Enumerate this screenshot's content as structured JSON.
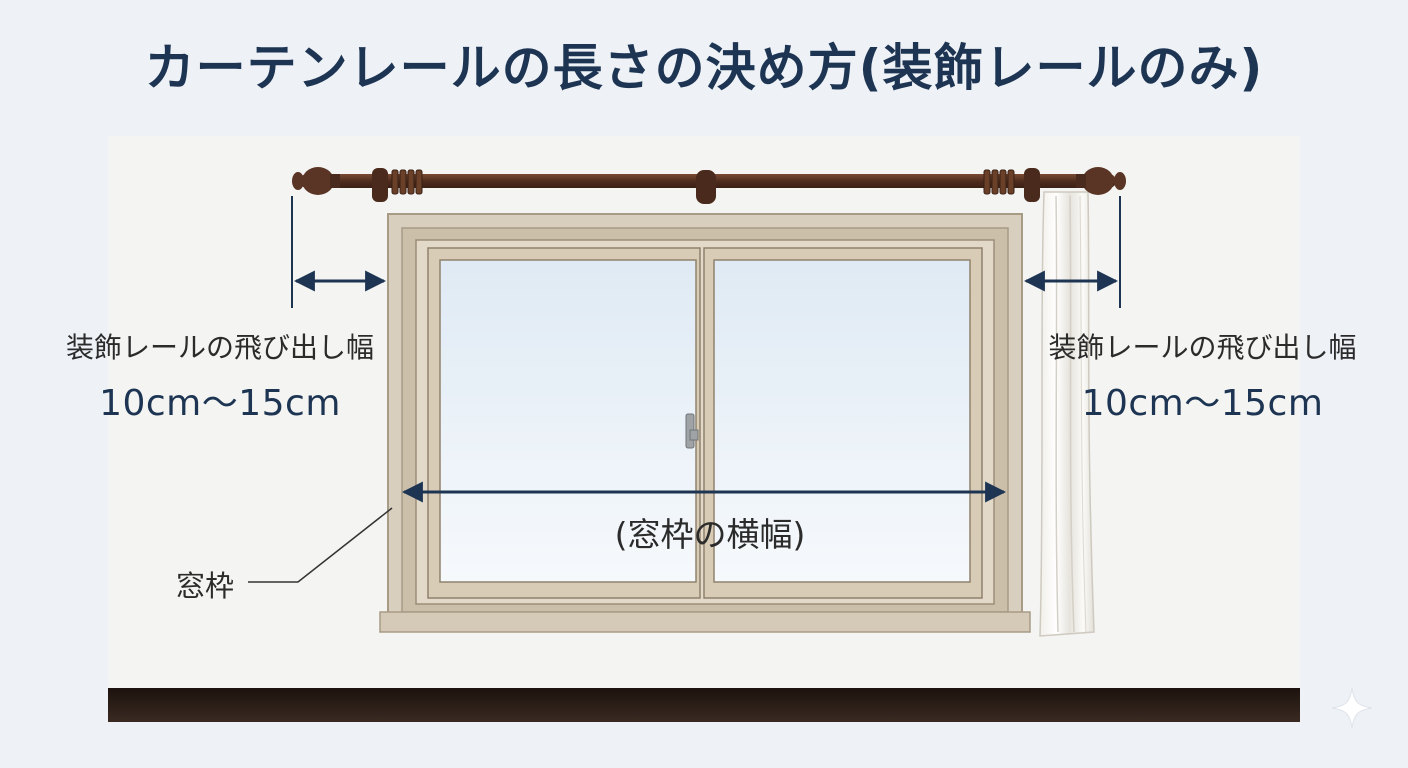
{
  "title": "カーテンレールの長さの決め方(装飾レールのみ)",
  "labels": {
    "left_overhang": "装飾レールの飛び出し幅",
    "left_overhang_size": "10cm～15cm",
    "right_overhang": "装飾レールの飛び出し幅",
    "right_overhang_size": "10cm～15cm",
    "frame_width": "(窓枠の横幅)",
    "frame": "窓枠"
  },
  "icons": {
    "rail": "decorative-curtain-rail-icon",
    "window": "sliding-window-icon",
    "curtain": "curtain-icon",
    "sparkle": "sparkle-icon"
  },
  "colors": {
    "title": "#1d3553",
    "rail": "#5a3424",
    "frame": "#d9cfbe",
    "dimension": "#1d3553",
    "floor": "#2a1b14"
  }
}
